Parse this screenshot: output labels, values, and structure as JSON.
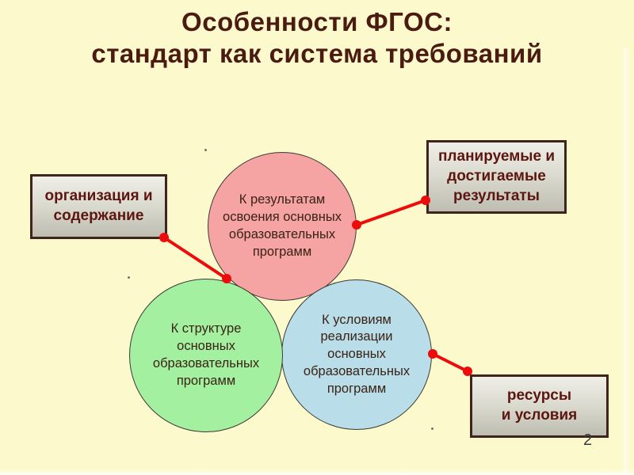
{
  "palette": {
    "background": "#fcfacd",
    "title-color": "#4b1b12",
    "circle-text": "#3a2315",
    "circle-outline": "#3b3b33",
    "box-text": "#5c150f",
    "box-border": "#3f241c",
    "box-grad-top": "#efefe8",
    "box-grad-bottom": "#bdbdb2",
    "pink": "#f5a3a3",
    "green": "#a4f0a1",
    "blue": "#b9dde9",
    "connector": "#ec0c0c",
    "page-number-color": "#3c3c3c"
  },
  "title": {
    "line1": "Особенности ФГОС:",
    "line2": "стандарт как система требований"
  },
  "circles": {
    "results": {
      "label": "К результатам\nосвоения основных\nобразовательных\nпрограмм"
    },
    "structure": {
      "label": "К структуре\nосновных\nобразовательных\nпрограмм"
    },
    "conditions": {
      "label": "К условиям\nреализации\nосновных\nобразовательных\nпрограмм"
    }
  },
  "boxes": {
    "organization": {
      "label": "организация и\nсодержание"
    },
    "planned": {
      "label": "планируемые и\nдостигаемые\nрезультаты"
    },
    "resources": {
      "label": "ресурсы\nи условия"
    }
  },
  "page_number": "2"
}
